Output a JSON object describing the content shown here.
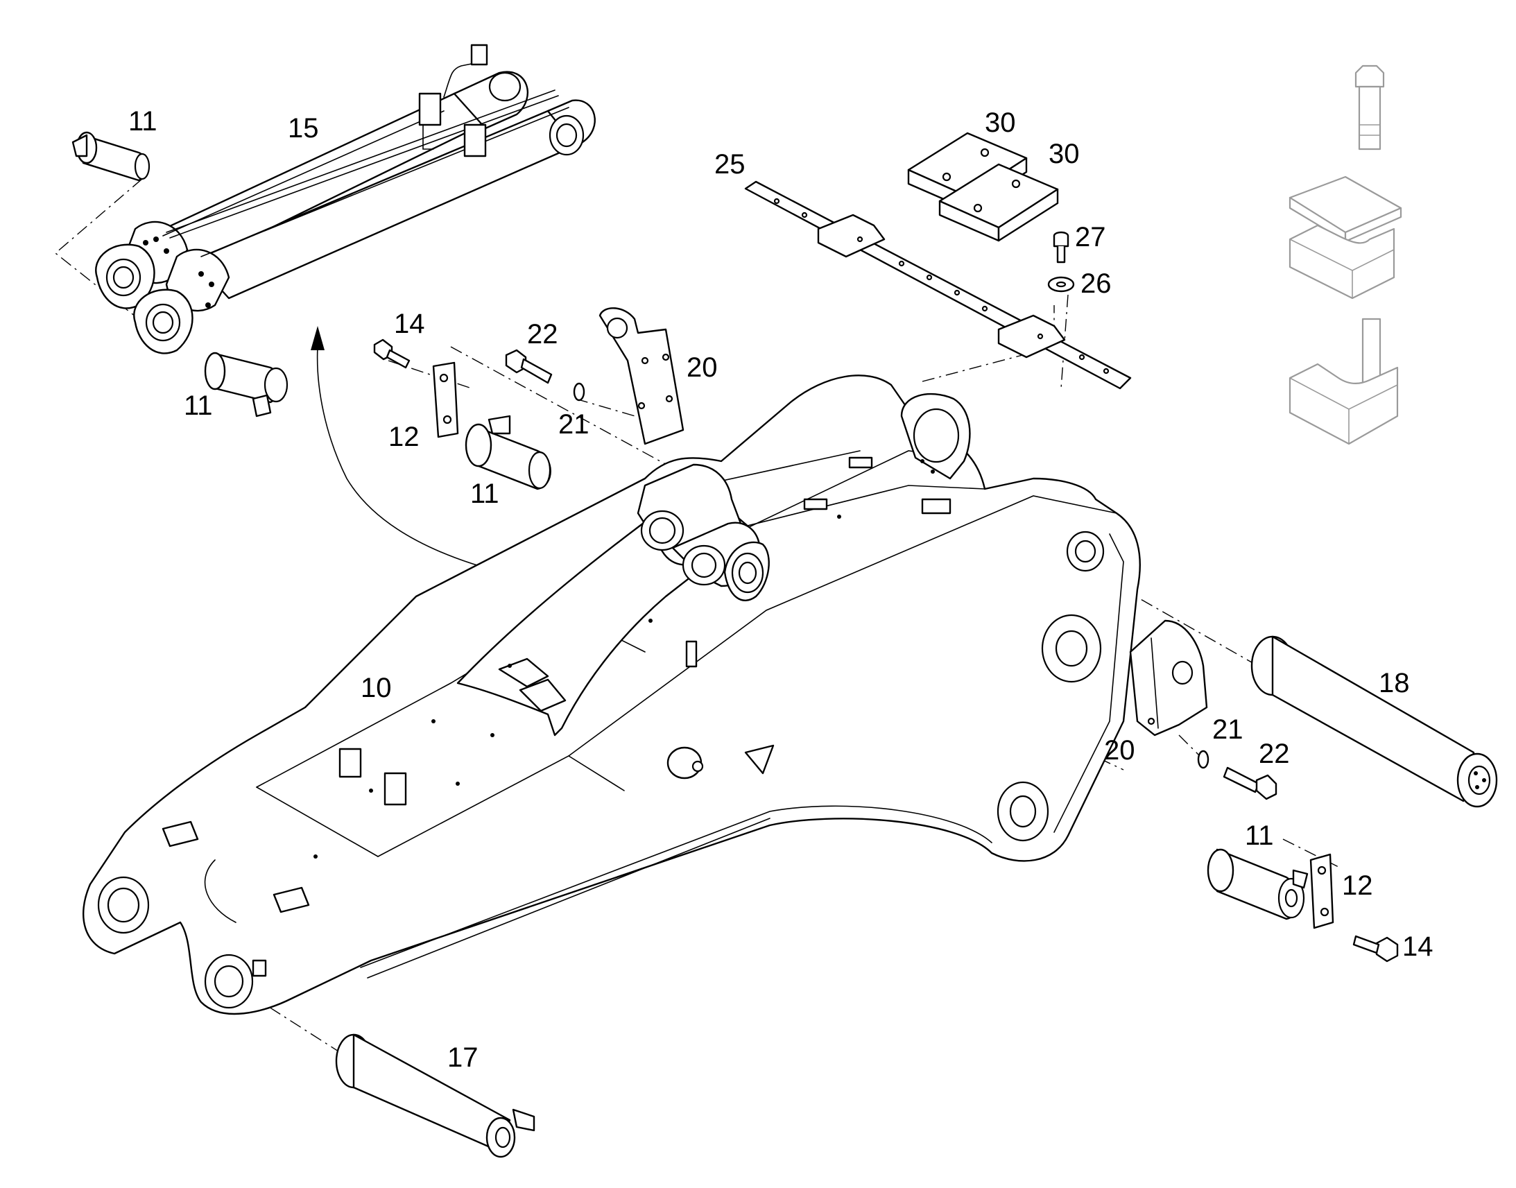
{
  "callouts": [
    {
      "id": "c11a",
      "label": "11"
    },
    {
      "id": "c15",
      "label": "15"
    },
    {
      "id": "c11b",
      "label": "11"
    },
    {
      "id": "c14a",
      "label": "14"
    },
    {
      "id": "c22a",
      "label": "22"
    },
    {
      "id": "c20a",
      "label": "20"
    },
    {
      "id": "c21a",
      "label": "21"
    },
    {
      "id": "c12a",
      "label": "12"
    },
    {
      "id": "c11c",
      "label": "11"
    },
    {
      "id": "c25",
      "label": "25"
    },
    {
      "id": "c30a",
      "label": "30"
    },
    {
      "id": "c30b",
      "label": "30"
    },
    {
      "id": "c27",
      "label": "27"
    },
    {
      "id": "c26",
      "label": "26"
    },
    {
      "id": "c10",
      "label": "10"
    },
    {
      "id": "c18",
      "label": "18"
    },
    {
      "id": "c21b",
      "label": "21"
    },
    {
      "id": "c22b",
      "label": "22"
    },
    {
      "id": "c20b",
      "label": "20"
    },
    {
      "id": "c11d",
      "label": "11"
    },
    {
      "id": "c12b",
      "label": "12"
    },
    {
      "id": "c14b",
      "label": "14"
    },
    {
      "id": "c17",
      "label": "17"
    }
  ]
}
